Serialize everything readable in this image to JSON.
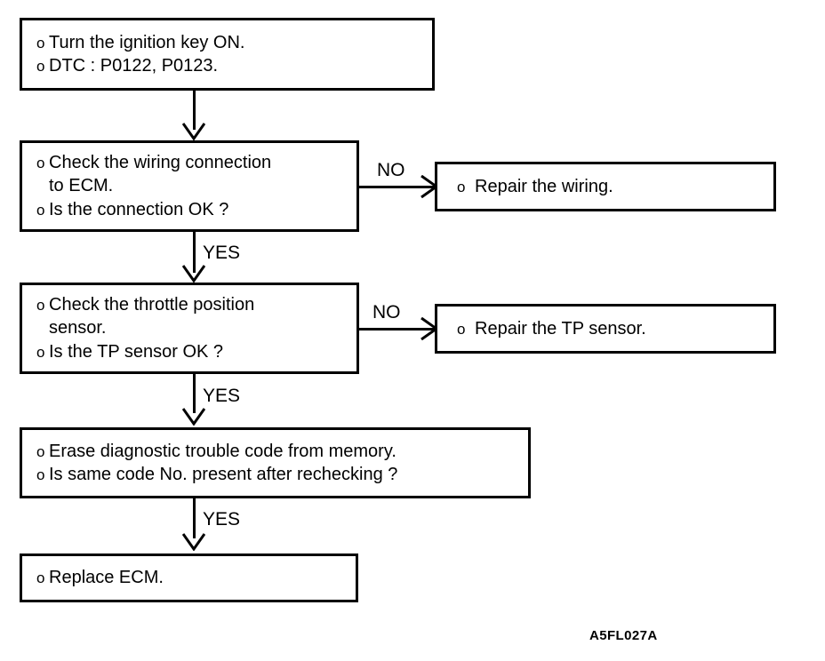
{
  "figure": {
    "code": "A5FL027A",
    "bullet_glyph": "o"
  },
  "nodes": {
    "start": {
      "lines": [
        "Turn the ignition key ON.",
        "DTC : P0122, P0123."
      ]
    },
    "check_wiring": {
      "lines": [
        "Check the wiring connection",
        "to ECM.",
        "Is the connection OK ?"
      ]
    },
    "repair_wiring": {
      "lines": [
        "Repair the wiring."
      ]
    },
    "check_tp_sensor": {
      "lines": [
        "Check the throttle position",
        "sensor.",
        "Is the TP sensor OK ?"
      ]
    },
    "repair_tp_sensor": {
      "lines": [
        "Repair the TP sensor."
      ]
    },
    "erase_code": {
      "lines": [
        "Erase diagnostic trouble code from memory.",
        "Is same code No. present after rechecking ?"
      ]
    },
    "replace_ecm": {
      "lines": [
        "Replace ECM."
      ]
    }
  },
  "edges": {
    "start_to_wiring": {
      "label": ""
    },
    "wiring_no": {
      "label": "NO"
    },
    "wiring_yes": {
      "label": "YES"
    },
    "tp_no": {
      "label": "NO"
    },
    "tp_yes": {
      "label": "YES"
    },
    "erase_yes": {
      "label": "YES"
    }
  },
  "colors": {
    "ink": "#000000",
    "paper": "#ffffff"
  }
}
